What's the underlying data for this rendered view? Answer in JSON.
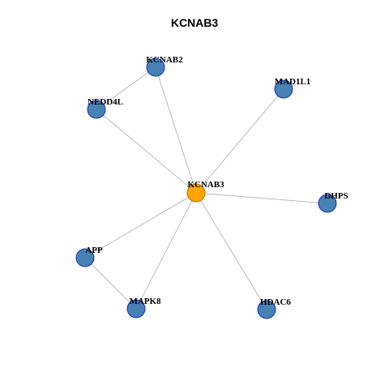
{
  "title": "KCNAB3",
  "colors": {
    "center_fill": "#FFA500",
    "center_stroke": "#B07000",
    "node_fill": "#4682B4",
    "node_stroke": "#1A2FBF",
    "edge": "#AAAAAA"
  },
  "nodes": [
    {
      "id": "KCNAB3",
      "label": "KCNAB3",
      "center": true
    },
    {
      "id": "KCNAB2",
      "label": "KCNAB2"
    },
    {
      "id": "NEDD4L",
      "label": "NEDD4L"
    },
    {
      "id": "MAD1L1",
      "label": "MAD1L1"
    },
    {
      "id": "DHPS",
      "label": "DHPS"
    },
    {
      "id": "APP",
      "label": "APP"
    },
    {
      "id": "MAPK8",
      "label": "MAPK8"
    },
    {
      "id": "HDAC6",
      "label": "HDAC6"
    }
  ],
  "edges": [
    [
      "KCNAB3",
      "KCNAB2"
    ],
    [
      "KCNAB3",
      "NEDD4L"
    ],
    [
      "KCNAB3",
      "MAD1L1"
    ],
    [
      "KCNAB3",
      "DHPS"
    ],
    [
      "KCNAB3",
      "APP"
    ],
    [
      "KCNAB3",
      "MAPK8"
    ],
    [
      "KCNAB3",
      "HDAC6"
    ],
    [
      "KCNAB2",
      "NEDD4L"
    ],
    [
      "APP",
      "MAPK8"
    ]
  ]
}
